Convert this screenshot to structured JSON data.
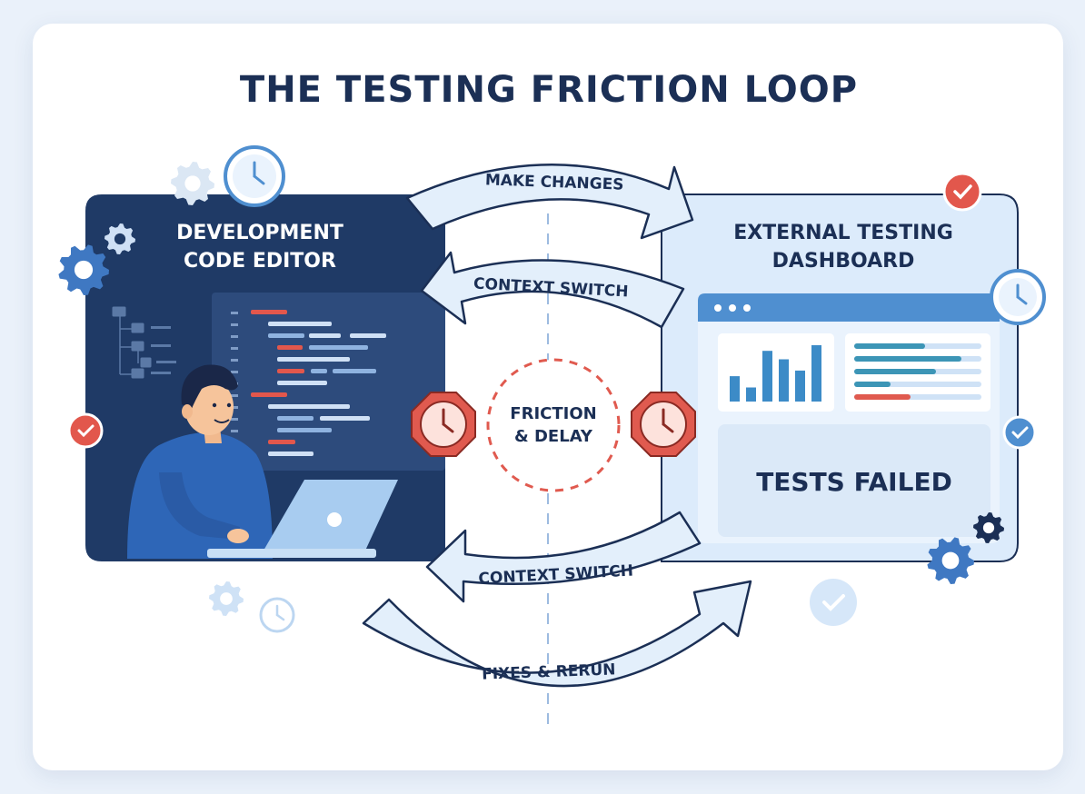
{
  "title": "THE TESTING FRICTION LOOP",
  "left_panel": {
    "line1": "DEVELOPMENT",
    "line2": "CODE EDITOR"
  },
  "right_panel": {
    "line1": "EXTERNAL TESTING",
    "line2": "DASHBOARD",
    "status": "TESTS FAILED"
  },
  "center": {
    "line1": "FRICTION",
    "line2": "& DELAY"
  },
  "arrows": {
    "make_changes": "MAKE CHANGES",
    "context_switch_top": "CONTEXT SWITCH",
    "context_switch_bottom": "CONTEXT SWITCH",
    "fixes_rerun": "FIXES & RERUN"
  },
  "colors": {
    "navy": "#1b2f55",
    "left_panel_bg": "#1f3a66",
    "right_panel_bg": "#dcebfb",
    "accent_blue": "#4f8fd0",
    "arrow_fill": "#e3effb",
    "alert_red": "#e05a4f",
    "check_red": "#e2574c"
  },
  "icons": [
    "gear-icon",
    "clock-icon",
    "check-badge-icon",
    "stop-clock-icon",
    "laptop-icon",
    "folder-tree-icon",
    "bar-chart-icon",
    "progress-bars-icon"
  ],
  "chart_bars": [
    0.45,
    0.25,
    0.9,
    0.75,
    0.55,
    1.0
  ]
}
